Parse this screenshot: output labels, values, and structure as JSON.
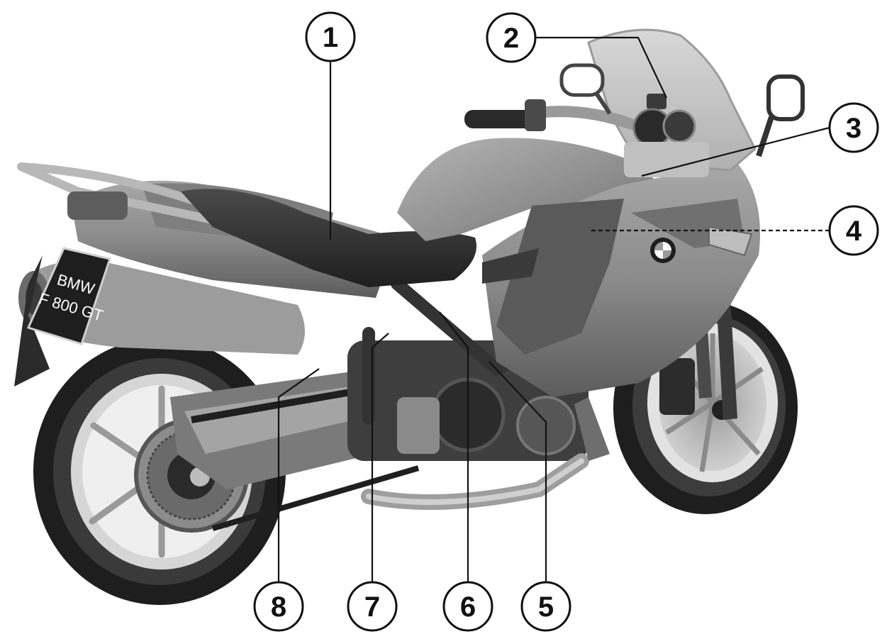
{
  "plate": {
    "line1": "BMW",
    "line2": "F 800 GT"
  },
  "callouts": [
    {
      "number": "1"
    },
    {
      "number": "2"
    },
    {
      "number": "3"
    },
    {
      "number": "4"
    },
    {
      "number": "5"
    },
    {
      "number": "6"
    },
    {
      "number": "7"
    },
    {
      "number": "8"
    }
  ],
  "colors": {
    "background": "#ffffff",
    "body": "#8a8a8a",
    "dark": "#2e2e2e",
    "tire": "#222222",
    "rim": "#bdbdbd",
    "windscreen": "#c9c9c9",
    "callout_stroke": "#111111"
  },
  "icons": [
    "bmw-roundel-icon"
  ]
}
